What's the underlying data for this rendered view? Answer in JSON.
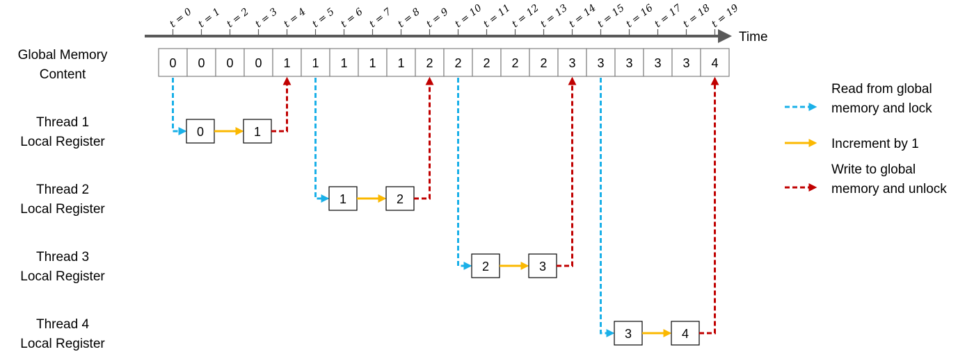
{
  "time_axis": {
    "label": "Time",
    "ticks": [
      "t = 0",
      "t = 1",
      "t = 2",
      "t = 3",
      "t = 4",
      "t = 5",
      "t = 6",
      "t = 7",
      "t = 8",
      "t = 9",
      "t = 10",
      "t = 11",
      "t = 12",
      "t = 13",
      "t = 14",
      "t = 15",
      "t = 16",
      "t = 17",
      "t = 18",
      "t = 19"
    ]
  },
  "global_memory": {
    "label_line1": "Global Memory",
    "label_line2": "Content",
    "values": [
      "0",
      "0",
      "0",
      "0",
      "1",
      "1",
      "1",
      "1",
      "1",
      "2",
      "2",
      "2",
      "2",
      "2",
      "3",
      "3",
      "3",
      "3",
      "3",
      "4"
    ]
  },
  "threads": [
    {
      "label_line1": "Thread 1",
      "label_line2": "Local Register",
      "read_t": 0,
      "write_t": 4,
      "before": "0",
      "after": "1"
    },
    {
      "label_line1": "Thread 2",
      "label_line2": "Local Register",
      "read_t": 5,
      "write_t": 9,
      "before": "1",
      "after": "2"
    },
    {
      "label_line1": "Thread 3",
      "label_line2": "Local Register",
      "read_t": 10,
      "write_t": 14,
      "before": "2",
      "after": "3"
    },
    {
      "label_line1": "Thread 4",
      "label_line2": "Local Register",
      "read_t": 15,
      "write_t": 19,
      "before": "3",
      "after": "4"
    }
  ],
  "legend": [
    {
      "line1": "Read from global",
      "line2": "memory and lock",
      "style": "dashed",
      "color": "#1ab0e8"
    },
    {
      "line1": "Increment by 1",
      "line2": "",
      "style": "solid",
      "color": "#fbb800"
    },
    {
      "line1": "Write to global",
      "line2": "memory and unlock",
      "style": "dashed",
      "color": "#c00000"
    }
  ],
  "colors": {
    "read": "#1ab0e8",
    "increment": "#fbb800",
    "write": "#c00000",
    "axis": "#595959",
    "cell_border": "#7f7f7f"
  }
}
